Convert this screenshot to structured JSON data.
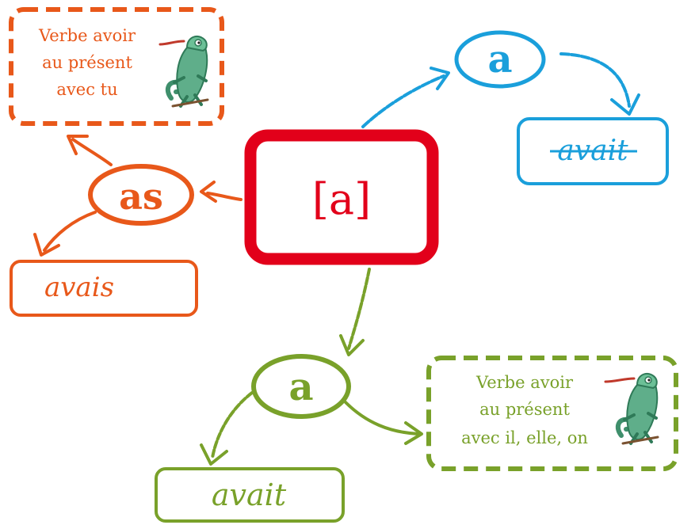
{
  "colors": {
    "red": "#e2001a",
    "orange": "#e8581a",
    "blue": "#1a9fdb",
    "green": "#79a12a",
    "chameleon": "#5fae8a",
    "tongue": "#c0392b"
  },
  "center": {
    "label": "[a]"
  },
  "orange_branch": {
    "note_lines": [
      "Verbe avoir",
      "au présent",
      "avec tu"
    ],
    "node_label": "as",
    "wrong_label": "avais",
    "note_icon": "chameleon-icon"
  },
  "blue_branch": {
    "node_label": "a",
    "wrong_label": "avait"
  },
  "green_branch": {
    "node_label": "a",
    "wrong_label": "avait",
    "note_lines": [
      "Verbe avoir",
      "au présent",
      "avec il, elle, on"
    ],
    "note_icon": "chameleon-icon"
  }
}
